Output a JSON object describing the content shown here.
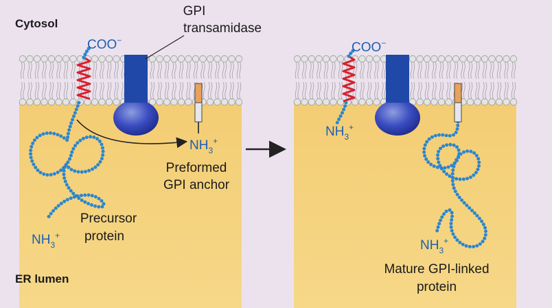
{
  "labels": {
    "cytosol": "Cytosol",
    "er_lumen": "ER lumen",
    "gpi_line1": "GPI",
    "gpi_line2": "transamidase",
    "coo": "COO",
    "coo_sup": "−",
    "nh3": "NH",
    "nh3_sub": "3",
    "nh3_sup": "+",
    "preformed_line1": "Preformed",
    "preformed_line2": "GPI anchor",
    "precursor_line1": "Precursor",
    "precursor_line2": "protein",
    "mature_line1": "Mature GPI-linked",
    "mature_line2": "protein"
  },
  "colors": {
    "background": "#ece2ee",
    "lumen": "#f3cd74",
    "lipid": "#dcdcdc",
    "protein_chain": "#2a86d0",
    "helix": "#d8202e",
    "transamidase": "#1f48a8",
    "anchor_orange": "#e9a25c",
    "arrow": "#222222"
  }
}
